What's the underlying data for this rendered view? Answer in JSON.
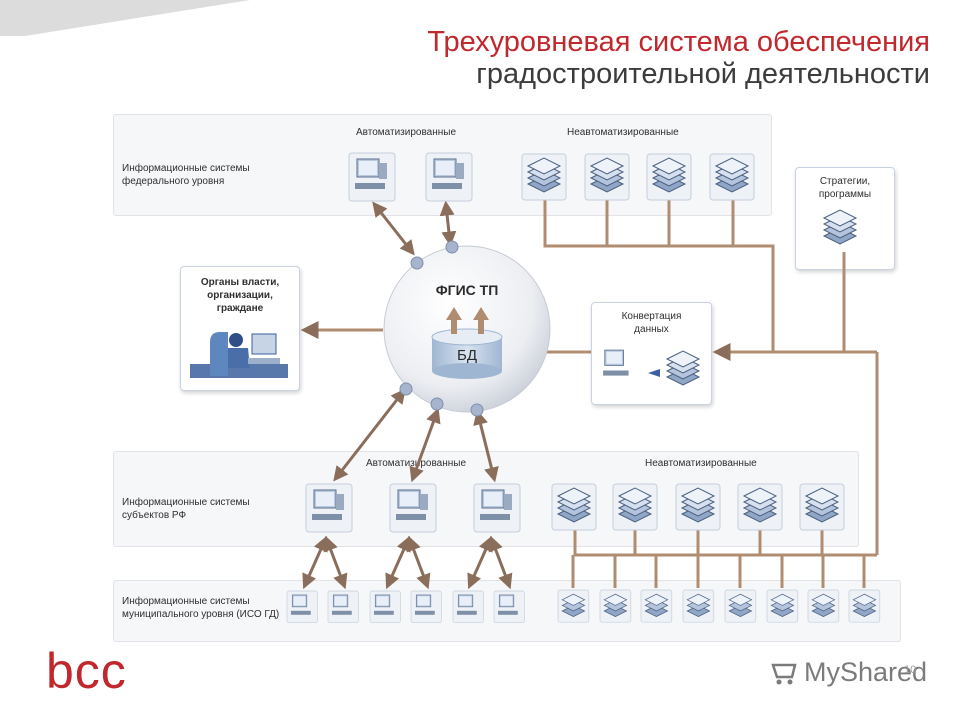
{
  "title": {
    "line1": "Трехуровневая система обеспечения",
    "line2": "градостроительной деятельности"
  },
  "federal": {
    "label": "Информационные системы федерального уровня",
    "auto": "Автоматизированные",
    "nonauto": "Неавтоматизированные"
  },
  "strategies": {
    "label": "Стратегии, программы"
  },
  "organs": {
    "label": "Органы власти, организации, граждане"
  },
  "center": {
    "label": "ФГИС ТП",
    "db": "БД"
  },
  "conversion": {
    "label": "Конвертация данных"
  },
  "subjects": {
    "label": "Информационные системы субъектов РФ",
    "auto": "Автоматизированные",
    "nonauto": "Неавтоматизированные"
  },
  "municipal": {
    "label": "Информационные системы муниципального уровня (ИСО ГД)"
  },
  "footer": {
    "logo": "bcc",
    "watermark": "MyShared",
    "page": "10"
  }
}
